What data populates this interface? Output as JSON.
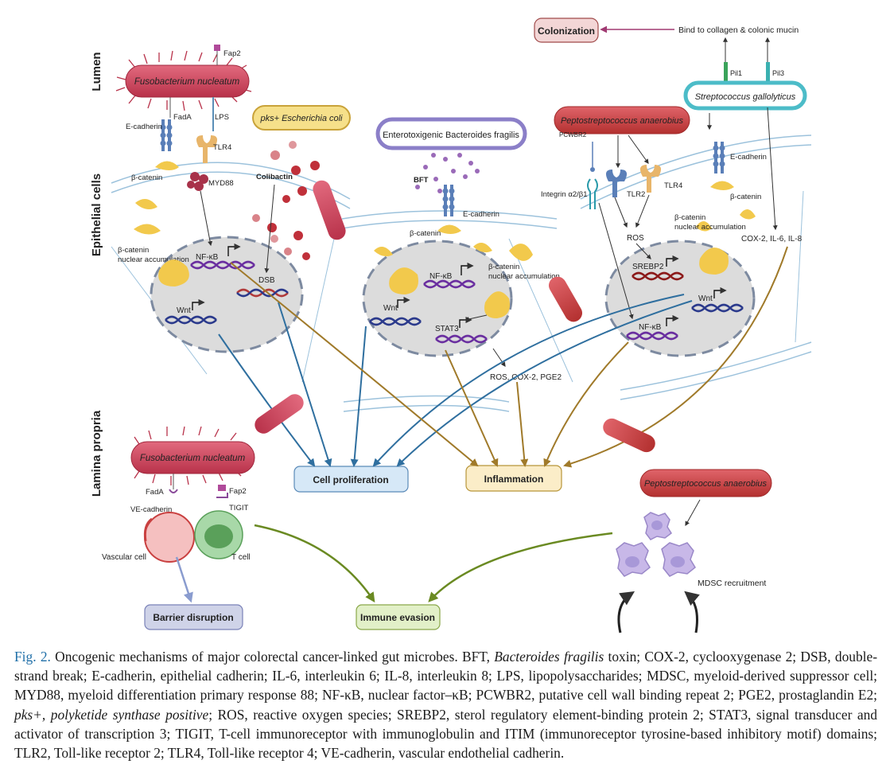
{
  "regions": {
    "lumen": "Lumen",
    "epithelial": "Epithelial cells",
    "lamina": "Lamina propria"
  },
  "colors": {
    "dna_blue": "#2b3a8c",
    "dna_purple": "#6a2fa0",
    "dna_red": "#8c1a1a",
    "bacteria_red": "#c9405a",
    "nucleus": "#dcdcdc",
    "arrow_blue": "#2f6f9f",
    "arrow_gold": "#a07a2a",
    "arrow_green": "#6a8a22"
  },
  "colonization": "Colonization",
  "bind_label": "Bind to collagen & colonic mucin",
  "pil1": "Pil1",
  "pil3": "Pil3",
  "s_gallolyticus": "Streptococcus gallolyticus",
  "fn_top": "Fusobacterium nucleatum",
  "fap2_top": "Fap2",
  "fada_top": "FadA",
  "lps": "LPS",
  "ecad_left": "E-cadherin",
  "bcat_left": "β-catenin",
  "tlr4_left": "TLR4",
  "myd88": "MYD88",
  "bcat_nuc_left": [
    "β-catenin",
    "nuclear accumulation"
  ],
  "nfkb_left": "NF-κB",
  "wnt_left": "Wnt",
  "pks_ecoli": "pks+ Escherichia coli",
  "colibactin": "Colibactin",
  "dsb": "DSB",
  "bfragilis": "Enterotoxigenic Bacteroides fragilis",
  "bft": "BFT",
  "ecad_mid": "E-cadherin",
  "bcat_mid": "β-catenin",
  "bcat_nuc_mid": [
    "β-catenin",
    "nuclear accumulation"
  ],
  "nfkb_mid": "NF-κB",
  "wnt_mid": "Wnt",
  "stat3": "STAT3",
  "ros_cox_pge2": "ROS, COX-2, PGE2",
  "p_anaerobius_top": "Peptostreptococcus anaerobius",
  "pcwbr2": "PCWBR2",
  "integrin": "Integrin α2/β1",
  "tlr2": "TLR2",
  "tlr4_right": "TLR4",
  "ros": "ROS",
  "srebp2": "SREBP2",
  "wnt_right": "Wnt",
  "nfkb_right": "NF-κB",
  "ecad_right": "E-cadherin",
  "bcat_right": "β-catenin",
  "bcat_nuc_right": [
    "β-catenin",
    "nuclear accumulation"
  ],
  "cox_il": "COX-2, IL-6, IL-8",
  "cell_prolif": "Cell proliferation",
  "inflammation": "Inflammation",
  "fn_bottom": "Fusobacterium nucleatum",
  "fada_bottom": "FadA",
  "fap2_bottom": "Fap2",
  "vecad": "VE-cadherin",
  "tigit": "TIGIT",
  "vascular": "Vascular cell",
  "tcell": "T cell",
  "barrier": "Barrier disruption",
  "immune": "Immune evasion",
  "p_anaerobius_bottom": "Peptostreptococcus anaerobius",
  "mdsc": "MDSC recruitment",
  "caption": {
    "label": "Fig. 2.",
    "text_a": " Oncogenic mechanisms of major colorectal cancer-linked gut microbes. BFT, ",
    "italic_a": "Bacteroides fragilis",
    "text_b": " toxin; COX-2, cyclooxygenase 2; DSB, double-strand break; E-cadherin, epithelial cadherin; IL-6, interleukin 6; IL-8, interleukin 8; LPS, lipopolysaccharides; MDSC, myeloid-derived suppressor cell; MYD88, myeloid differentiation primary response 88; NF-κB, nuclear factor–κB; PCWBR2, putative cell wall binding repeat 2; PGE2, prostaglandin E2; ",
    "italic_b": "pks+, polyketide synthase positive",
    "text_c": "; ROS, reactive oxygen species; SREBP2, sterol regulatory element-binding protein 2; STAT3, signal transducer and activator of transcription 3; TIGIT, T-cell immunoreceptor with immunoglobulin and ITIM (immunoreceptor tyrosine-based inhibitory motif) domains; TLR2, Toll-like receptor 2; TLR4, Toll-like receptor 4; VE-cadherin, vascular endothelial cadherin."
  }
}
